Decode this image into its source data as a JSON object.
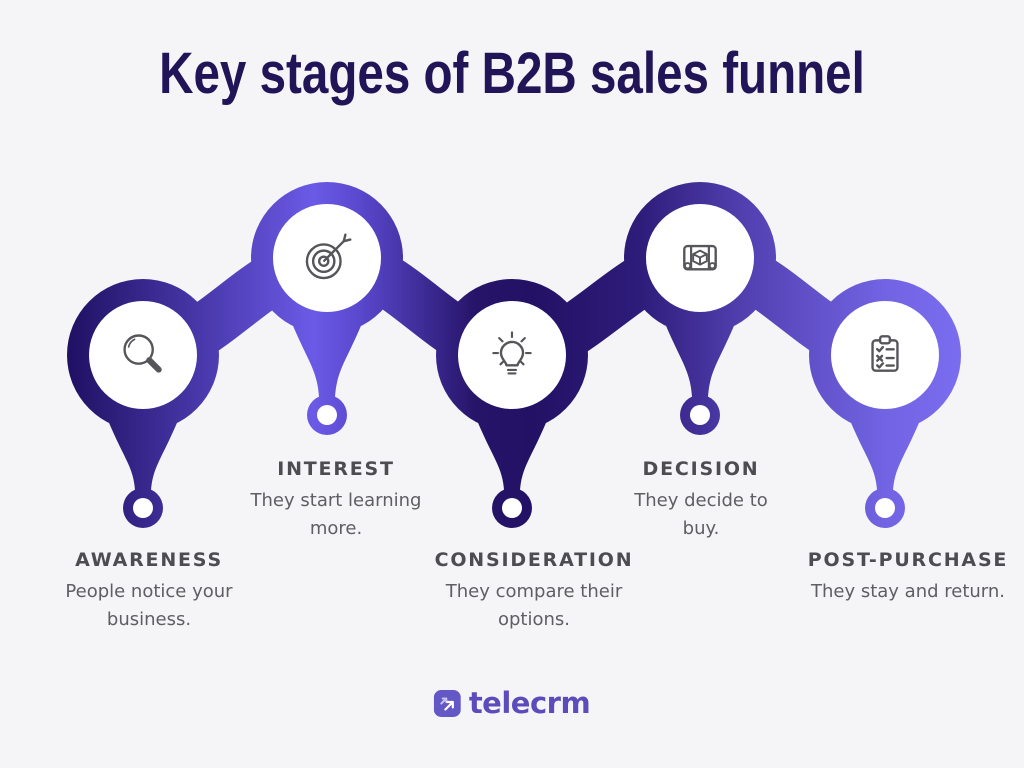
{
  "title": "Key stages of B2B sales funnel",
  "stages": [
    {
      "name": "AWARENESS",
      "description": "People notice your business.",
      "icon": "search-icon"
    },
    {
      "name": "INTEREST",
      "description": "They start learning more.",
      "icon": "target-icon"
    },
    {
      "name": "CONSIDERATION",
      "description": "They compare their options.",
      "icon": "lightbulb-icon"
    },
    {
      "name": "DECISION",
      "description": "They decide to buy.",
      "icon": "blueprint-icon"
    },
    {
      "name": "POST-PURCHASE",
      "description": "They stay and return.",
      "icon": "checklist-icon"
    }
  ],
  "brand": {
    "name": "telecrm"
  },
  "colors": {
    "background": "#f5f4f6",
    "title": "#211457",
    "stage_name": "#4c4c51",
    "stage_description": "#5e5e63",
    "icon_stroke": "#55555a",
    "funnel_gradient_dark": "#1d0e5f",
    "funnel_gradient_bright": "#6b5ae6",
    "funnel_gradient_light": "#7b6df0",
    "logo_purple": "#5b4bbb",
    "logo_square": "#6457c6"
  }
}
